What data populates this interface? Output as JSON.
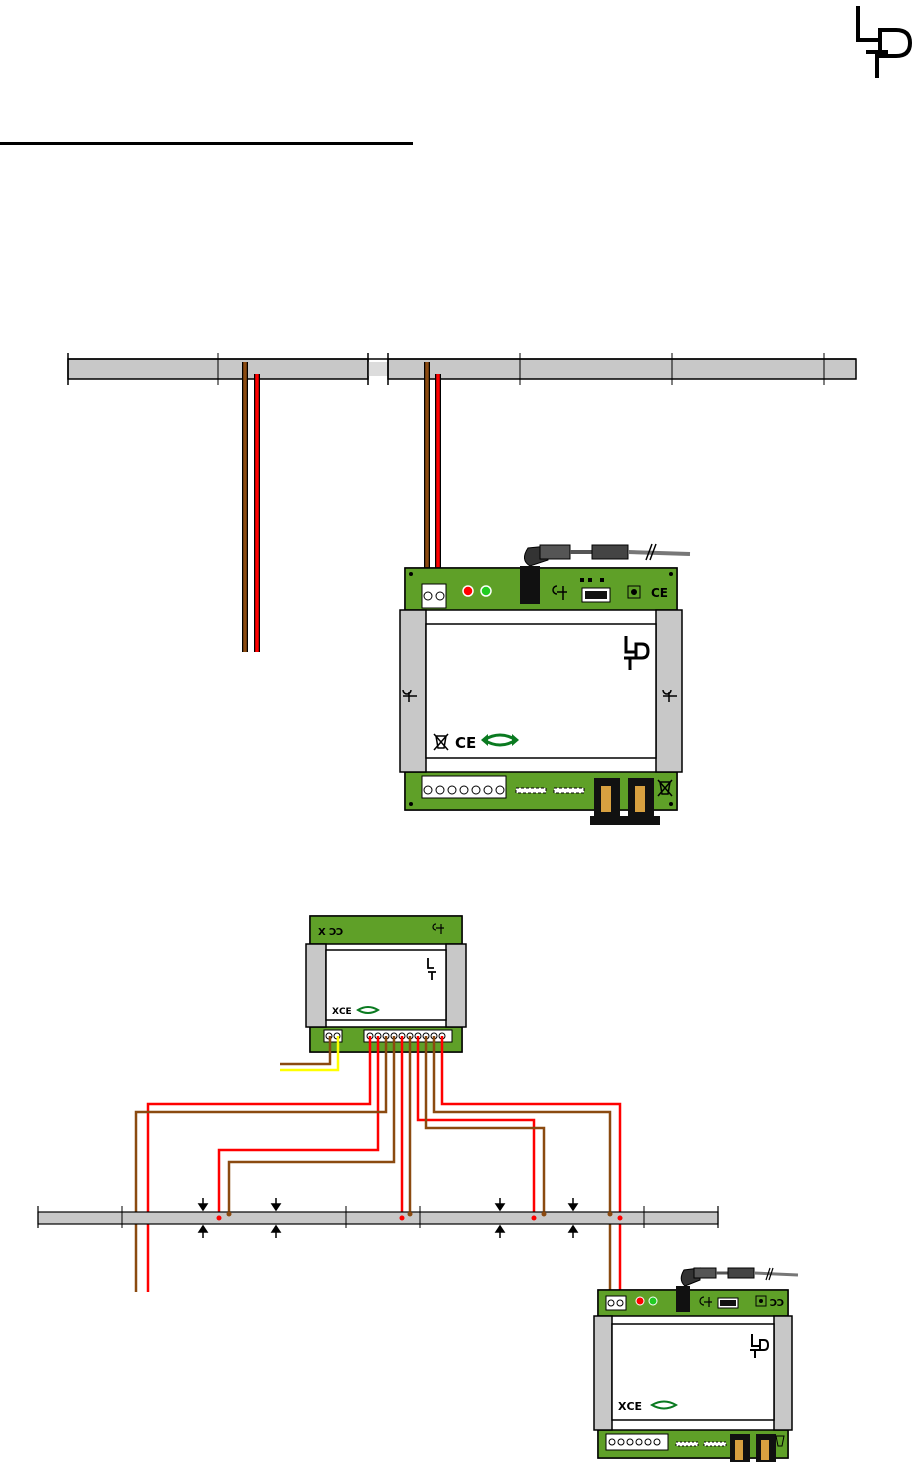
{
  "brand": {
    "logo": "LTD",
    "logo_description": "stacked L, T and D letters logo"
  },
  "colors": {
    "rail": "#c8c8c8",
    "wire_brown": "#8b4a10",
    "wire_red": "#ff0000",
    "wire_yellow": "#ffff00",
    "pcb_green": "#5fa028",
    "housing_grey": "#c8c8c8",
    "cover_white": "#ffffff",
    "led_red": "#ff0000",
    "led_green": "#22cc22",
    "outline": "#000000"
  },
  "icons": [
    "ltd-logo-icon",
    "weee-bin-icon",
    "ce-mark-icon",
    "eco-arrow-icon",
    "clip-icon",
    "power-plug-icon"
  ],
  "diagram": {
    "top_section": {
      "track": "booster-district-track",
      "modules": [
        "booster-module"
      ],
      "wires": [
        "brown-feed-wire",
        "red-feed-wire"
      ]
    },
    "bottom_section": {
      "track": "occupancy-sections-track",
      "modules": [
        "detector-module",
        "booster-module"
      ],
      "wires": [
        "brown-return-wires",
        "red-feed-wires",
        "yellow-bus-wire"
      ]
    }
  }
}
